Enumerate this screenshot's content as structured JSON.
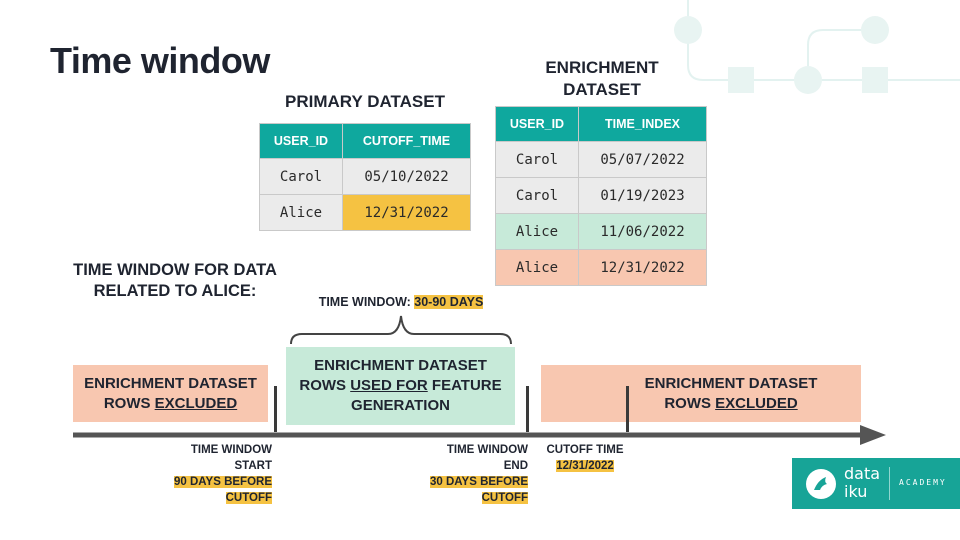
{
  "title": "Time window",
  "primary": {
    "title": "PRIMARY DATASET",
    "headers": [
      "USER_ID",
      "CUTOFF_TIME"
    ],
    "rows": [
      [
        "Carol",
        "05/10/2022"
      ],
      [
        "Alice",
        "12/31/2022"
      ]
    ]
  },
  "enrichment": {
    "title_line1": "ENRICHMENT",
    "title_line2": "DATASET",
    "headers": [
      "USER_ID",
      "TIME_INDEX"
    ],
    "rows": [
      [
        "Carol",
        "05/07/2022"
      ],
      [
        "Carol",
        "01/19/2023"
      ],
      [
        "Alice",
        "11/06/2022"
      ],
      [
        "Alice",
        "12/31/2022"
      ]
    ]
  },
  "section_label": {
    "line1": "TIME WINDOW FOR DATA",
    "line2": "RELATED TO ALICE:"
  },
  "window_label": {
    "prefix": "TIME WINDOW: ",
    "value": "30-90 DAYS"
  },
  "boxes": {
    "left": {
      "line1": "ENRICHMENT DATASET",
      "line2a": "ROWS ",
      "line2b": "EXCLUDED"
    },
    "center": {
      "line1": "ENRICHMENT DATASET",
      "line2a": "ROWS ",
      "line2b": "USED FOR",
      "line2c": " FEATURE",
      "line3": "GENERATION"
    },
    "right": {
      "line1": "ENRICHMENT DATASET",
      "line2a": "ROWS ",
      "line2b": "EXCLUDED"
    }
  },
  "markers": {
    "start": {
      "line1": "TIME WINDOW",
      "line2": "START",
      "hl1": "90 DAYS BEFORE",
      "hl2": "CUTOFF"
    },
    "end": {
      "line1": "TIME WINDOW",
      "line2": "END",
      "hl1": "30 DAYS BEFORE",
      "hl2": "CUTOFF"
    },
    "cutoff": {
      "line1": "CUTOFF TIME",
      "hl1": "12/31/2022"
    }
  },
  "logo": {
    "line1": "data",
    "line2": "iku",
    "academy": "ACADEMY"
  },
  "colors": {
    "teal": "#0fa89e",
    "yellow": "#f5c242",
    "green": "#c7ead9",
    "salmon": "#f8c7b0",
    "gray": "#ebebeb",
    "arrow": "#555555"
  }
}
